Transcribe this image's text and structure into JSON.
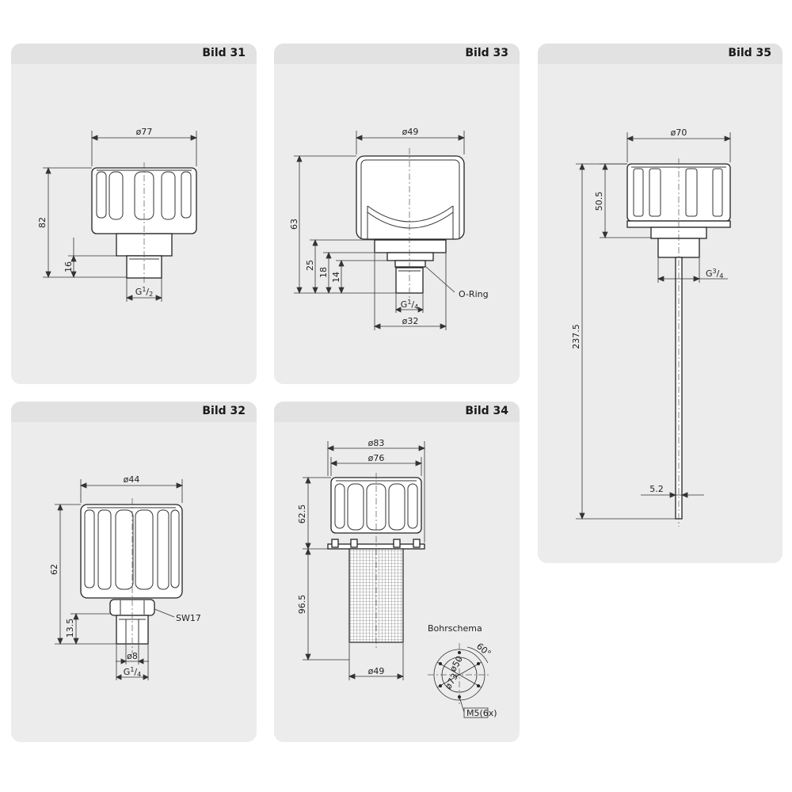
{
  "figures": {
    "bild31": {
      "title": "Bild 31",
      "dims": {
        "diameter": "ø77",
        "height": "82",
        "thread_len": "16",
        "thread_main": "G",
        "thread_num": "1",
        "thread_den": "2"
      }
    },
    "bild33": {
      "title": "Bild 33",
      "dims": {
        "diameter": "ø49",
        "height": "63",
        "d25": "25",
        "d18": "18",
        "d14": "14",
        "thread_main": "G",
        "thread_num": "1",
        "thread_den": "4",
        "bottom_diameter": "ø32",
        "oring": "O-Ring"
      }
    },
    "bild35": {
      "title": "Bild 35",
      "dims": {
        "diameter": "ø70",
        "cap_height": "50.5",
        "length": "237.5",
        "thread_main": "G",
        "thread_num": "3",
        "thread_den": "4",
        "rod_diameter": "5.2"
      }
    },
    "bild32": {
      "title": "Bild 32",
      "dims": {
        "diameter": "ø44",
        "height": "62",
        "hex_height": "13.5",
        "wrench": "SW17",
        "bore": "ø8",
        "thread_main": "G",
        "thread_num": "1",
        "thread_den": "4"
      }
    },
    "bild34": {
      "title": "Bild 34",
      "dims": {
        "d83": "ø83",
        "d76": "ø76",
        "cap_height": "62.5",
        "strainer_height": "96.5",
        "bottom_diameter": "ø49",
        "scheme_title": "Bohrschema",
        "angle": "60°",
        "pcd1": "ø50",
        "pcd2": "ø73",
        "screw": "M5(6x)"
      }
    }
  }
}
